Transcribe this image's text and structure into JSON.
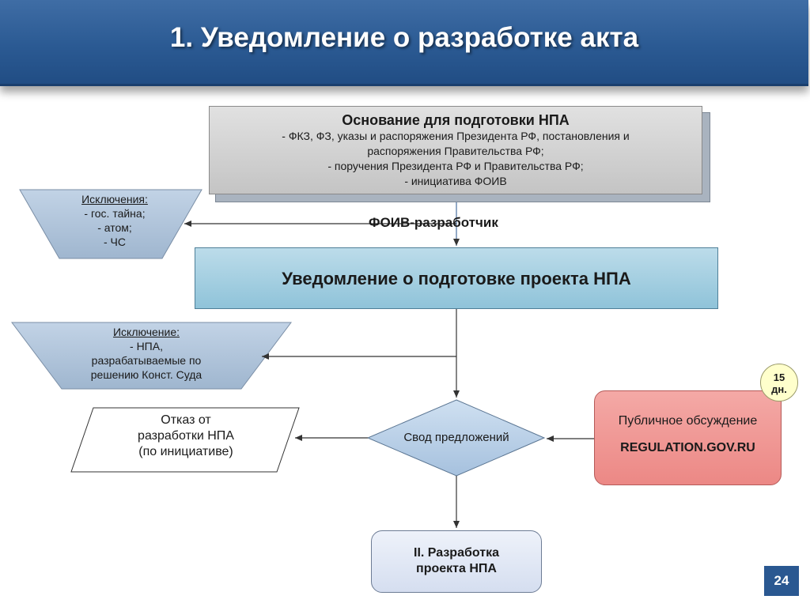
{
  "title": "1. Уведомление о разработке акта",
  "basis": {
    "heading": "Основание для подготовки НПА",
    "lines": [
      "- ФКЗ, ФЗ, указы и распоряжения Президента РФ, постановления и",
      "распоряжения Правительства РФ;",
      "- поручения Президента РФ и Правительства РФ;",
      "- инициатива ФОИВ"
    ]
  },
  "foiv_label": "ФОИВ-разработчик",
  "exception1": {
    "heading": "Исключения:",
    "lines": [
      "- гос. тайна;",
      "- атом;",
      "- ЧС"
    ]
  },
  "notice_label": "Уведомление о подготовке проекта НПА",
  "exception2": {
    "heading": "Исключение:",
    "lines": [
      "- НПА,",
      "разрабатываемые по",
      "решению Конст. Суда"
    ]
  },
  "refusal": {
    "lines": [
      "Отказ от",
      "разработки НПА",
      "(по инициативе)"
    ]
  },
  "svod_label": "Свод предложений",
  "public_discussion": {
    "label": "Публичное обсуждение",
    "site": "REGULATION.GOV.RU"
  },
  "days": {
    "number": "15",
    "unit": "дн."
  },
  "development": {
    "lines": [
      "II. Разработка",
      "проекта НПА"
    ]
  },
  "page_number": "24"
}
